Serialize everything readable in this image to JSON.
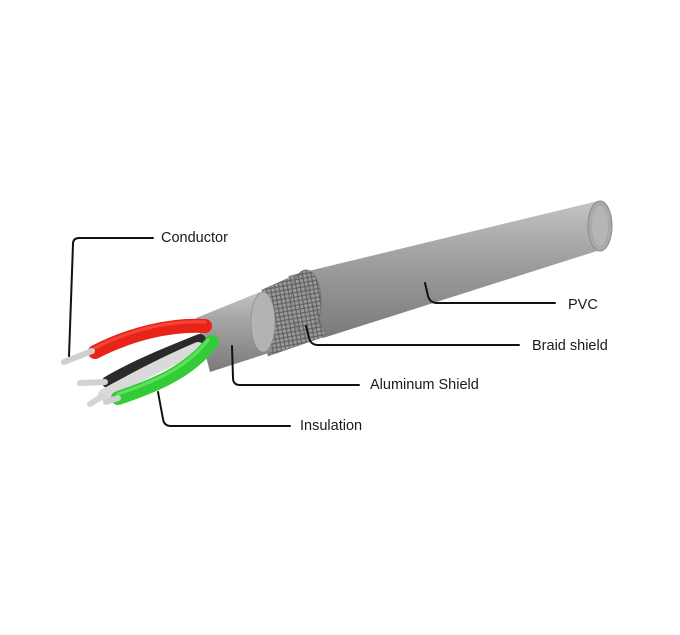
{
  "labels": {
    "conductor": "Conductor",
    "pvc": "PVC",
    "braid_shield": "Braid shield",
    "aluminum_shield": "Aluminum Shield",
    "insulation": "Insulation"
  },
  "colors": {
    "pvc_jacket": "#9a9a9a",
    "braid": "#8a8a8a",
    "aluminum": "#a4a4a4",
    "wire_red": "#e8231a",
    "wire_green": "#39d43a",
    "wire_white": "#e6e6e6",
    "wire_black": "#2a2a2a",
    "copper": "#cfcfcf",
    "leader_line": "#111111",
    "text": "#1a1a1a"
  }
}
